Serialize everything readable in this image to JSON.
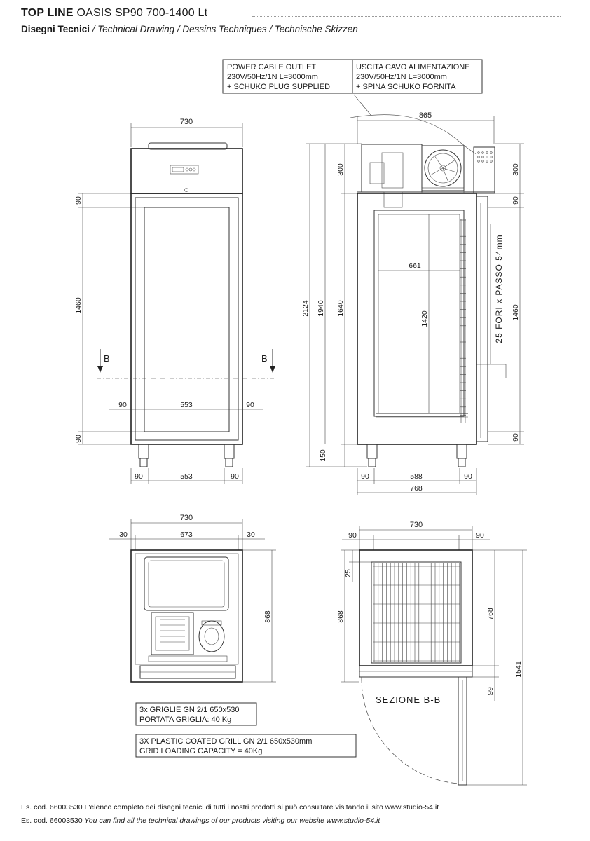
{
  "header": {
    "brand_bold": "TOP LINE",
    "brand_model": "OASIS SP90 700-1400 Lt",
    "subtitle_bold": "Disegni Tecnici",
    "subtitle_rest": " / Technical Drawing / Dessins Techniques / Technische Skizzen"
  },
  "callouts": {
    "power_en": [
      "POWER CABLE OUTLET",
      "230V/50Hz/1N L=3000mm",
      "+ SCHUKO PLUG SUPPLIED"
    ],
    "power_it": [
      "USCITA CAVO ALIMENTAZIONE",
      "230V/50Hz/1N L=3000mm",
      "+ SPINA SCHUKO FORNITA"
    ],
    "grill_it": [
      "3x GRIGLIE GN 2/1 650x530",
      "PORTATA GRIGLIA: 40 Kg"
    ],
    "grill_en": [
      "3X PLASTIC COATED GRILL GN 2/1 650x530mm",
      "GRID LOADING CAPACITY = 40Kg"
    ]
  },
  "front_view": {
    "width_top": "730",
    "h_90_top": "90",
    "h_1460": "1460",
    "h_90_bottom": "90",
    "w_90_left": "90",
    "w_553": "553",
    "w_90_right": "90",
    "base_90_left": "90",
    "base_553": "553",
    "base_90_right": "90",
    "section_mark": "B"
  },
  "side_view": {
    "width_top": "865",
    "h_2124": "2124",
    "h_1940": "1940",
    "h_1640": "1640",
    "h_300_left": "300",
    "h_150": "150",
    "inner_661": "661",
    "inner_1420": "1420",
    "holes_note": "25 FORI x PASSO 54mm",
    "h_300_right": "300",
    "h_90_right_top": "90",
    "h_1460_right": "1460",
    "h_90_right_bottom": "90",
    "base_90_left": "90",
    "base_588": "588",
    "base_90_right": "90",
    "base_768": "768"
  },
  "top_view": {
    "width_730": "730",
    "w_30_left": "30",
    "w_673": "673",
    "w_30_right": "30",
    "depth_868": "868"
  },
  "section_view": {
    "width_730": "730",
    "w_90_left": "90",
    "w_90_right": "90",
    "h_25": "25",
    "depth_868": "868",
    "h_768": "768",
    "h_99": "99",
    "h_1541": "1541",
    "label": "SEZIONE B-B"
  },
  "footer": {
    "code_1": "Es. cod. 66003530",
    "line_1": " L'elenco completo dei disegni tecnici di tutti i nostri prodotti si può consultare visitando il sito www.studio-54.it",
    "code_2": "Es. cod. 66003530",
    "line_2": " You can find all the technical drawings of our products visiting our website www.studio-54.it"
  }
}
